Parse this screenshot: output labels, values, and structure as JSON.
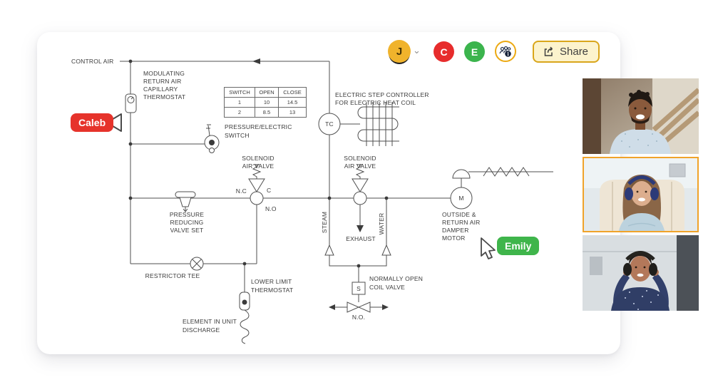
{
  "toolbar": {
    "avatars": [
      {
        "initial": "J",
        "color": "#f0b32c"
      },
      {
        "initial": "C",
        "color": "#e72c2c"
      },
      {
        "initial": "E",
        "color": "#3bb44d"
      }
    ],
    "share_label": "Share"
  },
  "icons": {
    "chevron_down_icon": "⌄",
    "share_icon": "box-with-out-arrow",
    "collaborators_info_icon": "people-group-with-info-badge"
  },
  "colors": {
    "caleb_cursor": "#e6332b",
    "emily_cursor": "#3fb54b",
    "share_border": "#d9a61b",
    "active_speaker_border": "#f0a32a",
    "diagram_line": "#4f4f4f"
  },
  "cursors": {
    "caleb": "Caleb",
    "emily": "Emily"
  },
  "diagram": {
    "labels": {
      "control_air": "CONTROL AIR",
      "modulating": [
        "MODULATING",
        "RETURN AIR",
        "CAPILLARY",
        "THERMOSTAT"
      ],
      "pressure_electric": [
        "PRESSURE/ELECTRIC",
        "SWITCH"
      ],
      "step_controller": [
        "ELECTRIC STEP CONTROLLER",
        "FOR ELECTRIC HEAT COIL"
      ],
      "tc": "TC",
      "solenoid_left": [
        "SOLENOID",
        "AIR VALVE"
      ],
      "solenoid_right": [
        "SOLENOID",
        "AIR VALVE"
      ],
      "nc": "N.C",
      "c": "C",
      "no": "N.O",
      "pressure_reducing": [
        "PRESSURE",
        "REDUCING",
        "VALVE SET"
      ],
      "steam": "STEAM",
      "water": "WATER",
      "exhaust": "EXHAUST",
      "damper_motor": [
        "OUTSIDE &",
        "RETURN AIR",
        "DAMPER",
        "MOTOR"
      ],
      "m": "M",
      "restrictor_tee": "RESTRICTOR TEE",
      "lower_limit": [
        "LOWER LIMIT",
        "THERMOSTAT"
      ],
      "element_discharge": [
        "ELEMENT IN UNIT",
        "DISCHARGE"
      ],
      "normally_open": [
        "NORMALLY OPEN",
        "COIL VALVE"
      ],
      "s": "S",
      "no_dot": "N.O."
    },
    "switch_table": {
      "headers": [
        "SWITCH",
        "OPEN",
        "CLOSE"
      ],
      "rows": [
        [
          "1",
          "10",
          "14.5"
        ],
        [
          "2",
          "8.5",
          "13"
        ]
      ]
    }
  },
  "video_call": {
    "participants": [
      {
        "position": "top",
        "active_speaker": false
      },
      {
        "position": "middle",
        "active_speaker": true
      },
      {
        "position": "bottom",
        "active_speaker": false
      }
    ]
  }
}
